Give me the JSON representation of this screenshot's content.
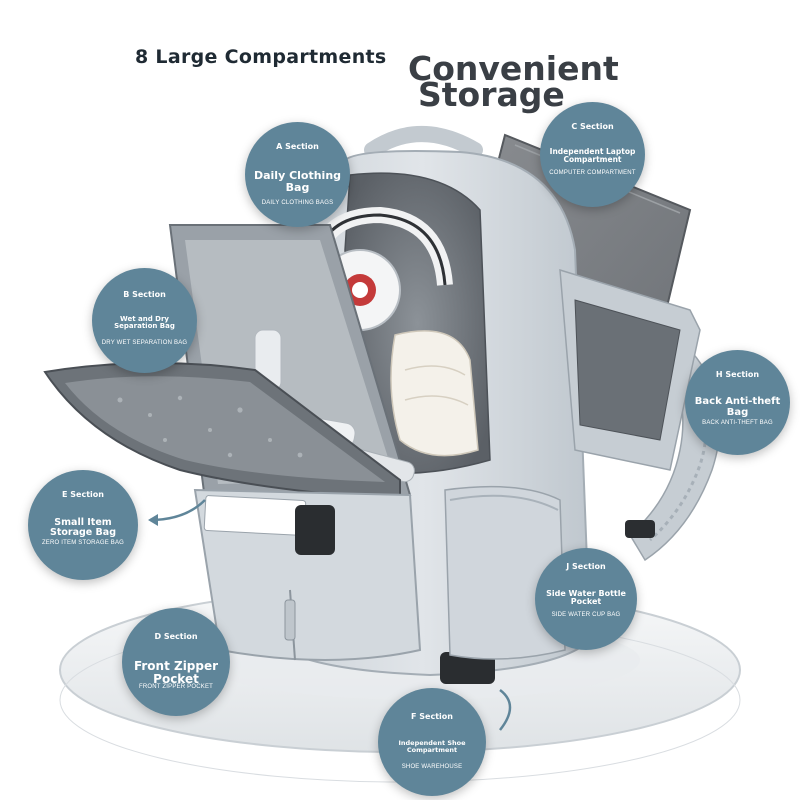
{
  "header": {
    "tagline": "8 Large Compartments",
    "title_line1": "Convenient",
    "title_line2": "Storage"
  },
  "colors": {
    "callout": "#5f8599",
    "bag": "#d8dde2",
    "bag_shadow": "#b4bcc3",
    "lining": "#6e747a",
    "laptop": "#7c7f83",
    "podium": "#eef0f2"
  },
  "callouts": {
    "a": {
      "section": "A Section",
      "title": "Daily Clothing Bag",
      "subtitle": "DAILY CLOTHING BAGS"
    },
    "b": {
      "section": "B Section",
      "title": "Wet and Dry Separation Bag",
      "subtitle": "DRY WET SEPARATION BAG"
    },
    "c": {
      "section": "C Section",
      "title": "Independent Laptop Compartment",
      "subtitle": "COMPUTER COMPARTMENT"
    },
    "h": {
      "section": "H Section",
      "title": "Back Anti-theft Bag",
      "subtitle": "BACK ANTI-THEFT BAG"
    },
    "e": {
      "section": "E Section",
      "title": "Small Item Storage Bag",
      "subtitle": "ZERO ITEM STORAGE BAG"
    },
    "j": {
      "section": "J Section",
      "title": "Side Water Bottle Pocket",
      "subtitle": "SIDE WATER CUP BAG"
    },
    "d": {
      "section": "D Section",
      "title": "Front Zipper Pocket",
      "subtitle": "FRONT ZIPPER POCKET"
    },
    "f": {
      "section": "F Section",
      "title": "Independent Shoe Compartment",
      "subtitle": "SHOE WAREHOUSE"
    }
  }
}
